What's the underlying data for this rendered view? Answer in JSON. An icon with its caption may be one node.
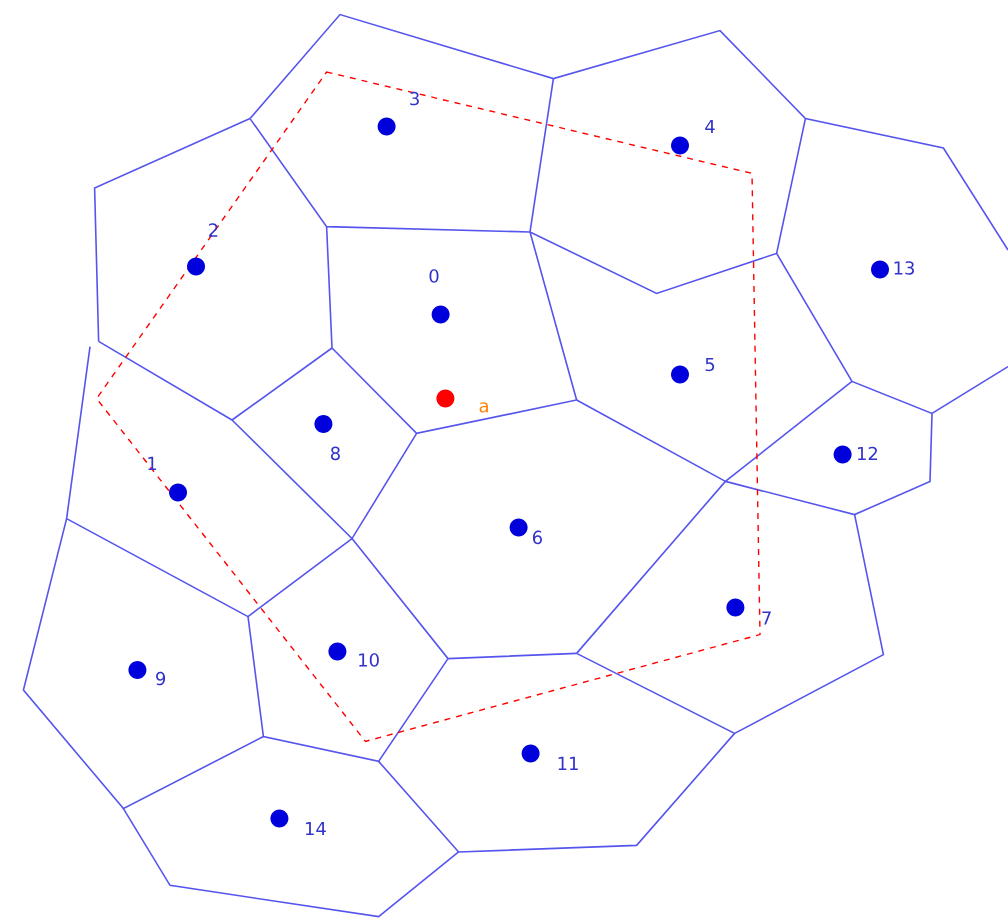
{
  "diagram": {
    "labels": [
      "3",
      "4",
      "2",
      "13",
      "0",
      "5",
      "a",
      "8",
      "12",
      "1",
      "6",
      "7",
      "10",
      "9",
      "11",
      "14"
    ]
  }
}
